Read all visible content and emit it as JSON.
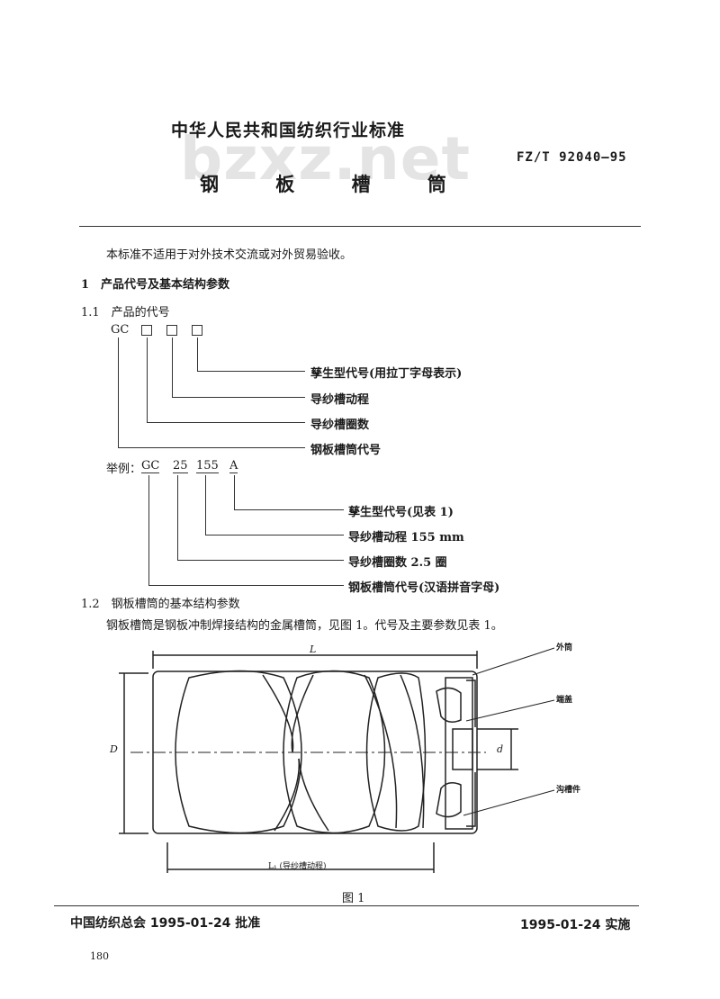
{
  "watermark": "bzxz.net",
  "header": {
    "org_title": "中华人民共和国纺织行业标准",
    "standard_code": "FZ/T 92040—95",
    "title": "钢 板 槽 筒"
  },
  "intro": "本标准不适用于对外技术交流或对外贸易验收。",
  "section1": {
    "heading": "1　产品代号及基本结构参数",
    "sub1_heading": "1.1　产品的代号",
    "code_prefix": "GC",
    "code_labels": [
      "孳生型代号(用拉丁字母表示)",
      "导纱槽动程",
      "导纱槽圈数",
      "钢板槽筒代号"
    ],
    "example_label": "举例：",
    "example_parts": [
      "GC",
      "25",
      "155",
      "A"
    ],
    "example_labels": [
      "孳生型代号(见表 1)",
      "导纱槽动程 155 mm",
      "导纱槽圈数 2.5 圈",
      "钢板槽筒代号(汉语拼音字母)"
    ],
    "sub2_heading": "1.2　钢板槽筒的基本结构参数",
    "sub2_text": "钢板槽筒是钢板冲制焊接结构的金属槽筒，见图 1。代号及主要参数见表 1。"
  },
  "figure": {
    "dim_L": "L",
    "dim_D": "D",
    "dim_d": "d",
    "dim_L1": "L₁ (导纱槽动程)",
    "callouts": [
      "外筒",
      "端盖",
      "沟槽件"
    ],
    "caption": "图 1"
  },
  "footer": {
    "approval": "中国纺织总会 1995-01-24 批准",
    "implementation": "1995-01-24 实施",
    "page_number": "180"
  }
}
